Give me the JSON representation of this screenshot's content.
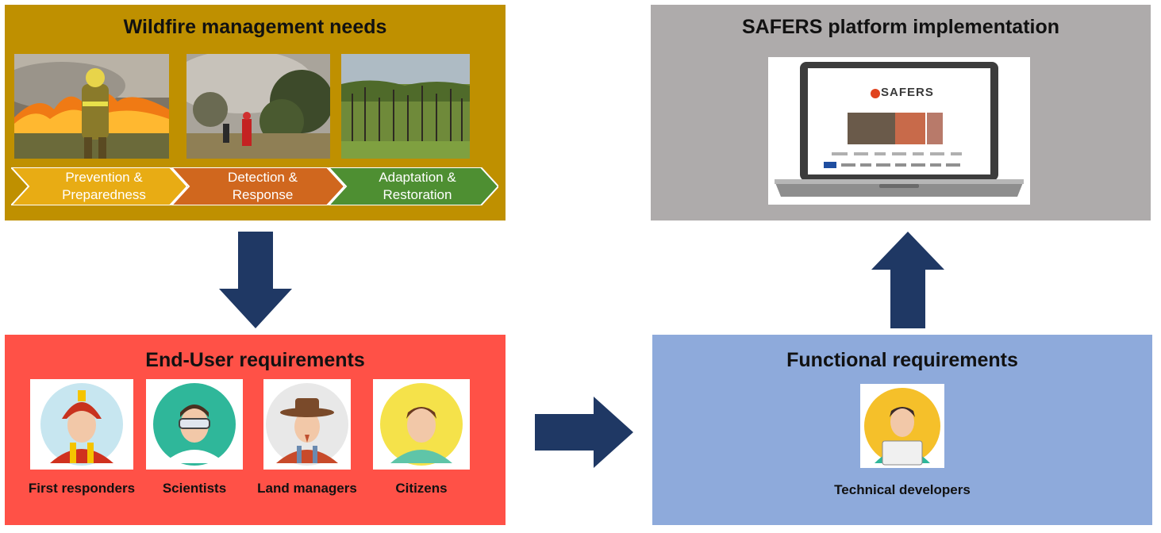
{
  "needs": {
    "title": "Wildfire management needs",
    "stages": [
      {
        "label": "Prevention & Preparedness",
        "color": "#E8AC14"
      },
      {
        "label": "Detection & Response",
        "color": "#D0671E"
      },
      {
        "label": "Adaptation & Restoration",
        "color": "#4E8F32"
      }
    ],
    "bg": "#BF9000"
  },
  "platform": {
    "title": "SAFERS platform implementation",
    "logo_text": "SAFERS",
    "bg": "#AEABAB"
  },
  "end_user": {
    "title": "End-User requirements",
    "bg": "#FF5147",
    "personas": [
      {
        "label": "First responders",
        "icon": "firefighter-icon"
      },
      {
        "label": "Scientists",
        "icon": "scientist-icon"
      },
      {
        "label": "Land managers",
        "icon": "land-manager-icon"
      },
      {
        "label": "Citizens",
        "icon": "citizen-icon"
      }
    ]
  },
  "functional": {
    "title": "Functional requirements",
    "bg": "#8EAADB",
    "persona": {
      "label": "Technical developers",
      "icon": "developer-icon"
    }
  },
  "arrow_color": "#1F3864"
}
